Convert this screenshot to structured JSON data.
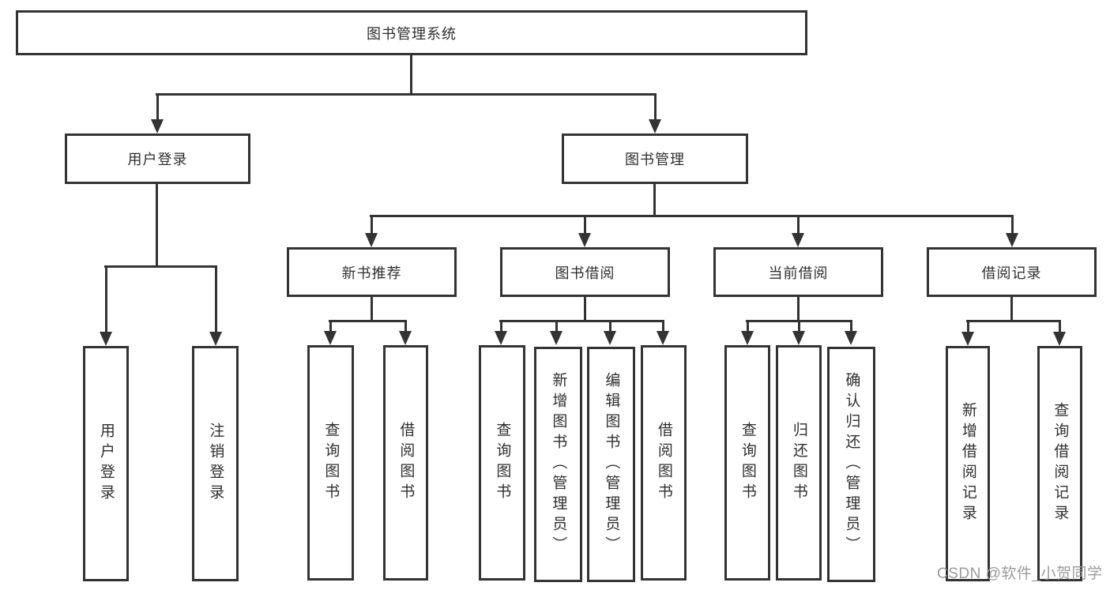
{
  "tree": {
    "label": "图书管理系统",
    "children": [
      {
        "label": "用户登录",
        "children": [
          {
            "label": "用户登录"
          },
          {
            "label": "注销登录"
          }
        ]
      },
      {
        "label": "图书管理",
        "children": [
          {
            "label": "新书推荐",
            "children": [
              {
                "label": "查询图书"
              },
              {
                "label": "借阅图书"
              }
            ]
          },
          {
            "label": "图书借阅",
            "children": [
              {
                "label": "查询图书"
              },
              {
                "label": "新增图书（管理员）"
              },
              {
                "label": "编辑图书（管理员）"
              },
              {
                "label": "借阅图书"
              }
            ]
          },
          {
            "label": "当前借阅",
            "children": [
              {
                "label": "查询图书"
              },
              {
                "label": "归还图书"
              },
              {
                "label": "确认归还（管理员）"
              }
            ]
          },
          {
            "label": "借阅记录",
            "children": [
              {
                "label": "新增借阅记录"
              },
              {
                "label": "查询借阅记录"
              }
            ]
          }
        ]
      }
    ]
  },
  "watermark": {
    "text": "CSDN @软件_小贺同学"
  },
  "colors": {
    "line": "#333333",
    "text": "#2f2f2f",
    "background": "#ffffff",
    "watermark": "#9b9b9b"
  }
}
